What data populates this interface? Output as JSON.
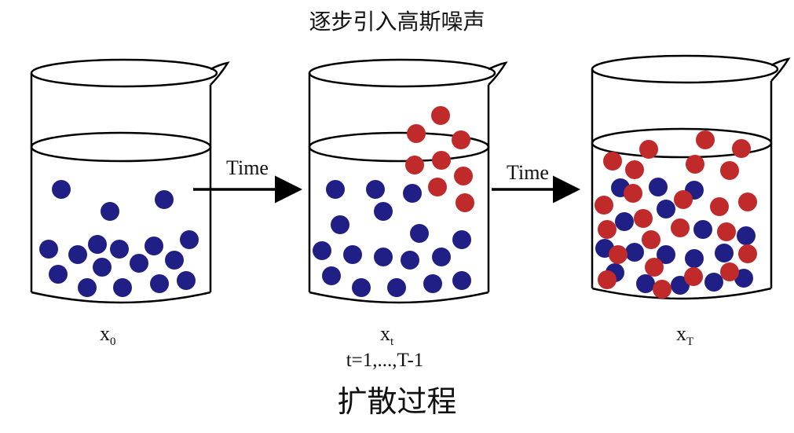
{
  "title": "逐步引入高斯噪声",
  "caption": "扩散过程",
  "arrows": [
    {
      "label": "Time"
    },
    {
      "label": "Time"
    }
  ],
  "states": [
    {
      "symbol": "x",
      "subscript": "0"
    },
    {
      "symbol": "x",
      "subscript": "t",
      "range": "t=1,...,T-1"
    },
    {
      "symbol": "x",
      "subscript": "T"
    }
  ],
  "colors": {
    "data_particle": "#1f1f85",
    "noise_particle": "#c02a2a",
    "outline": "#000000"
  }
}
